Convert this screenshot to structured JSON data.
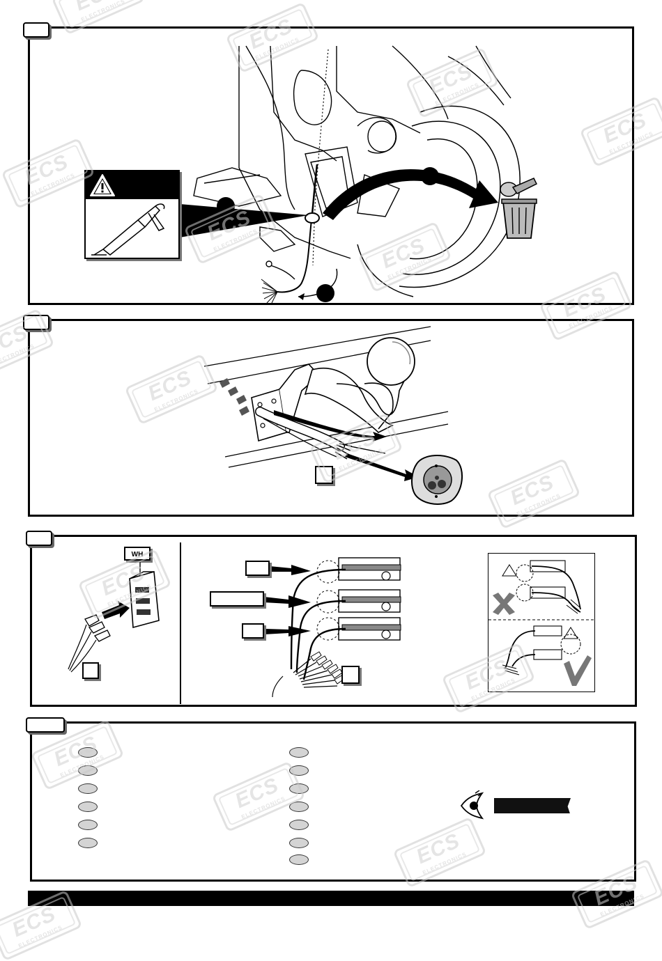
{
  "document": {
    "brand_watermark": {
      "logo": "ECS",
      "tagline": "ELECTRONICS"
    },
    "panel3": {
      "connector_color_label": "WH"
    },
    "panel4": {
      "left_column_ovals": 6,
      "right_column_ovals": 7
    },
    "icons": [
      "warning-icon",
      "sealant-gun-icon",
      "trash-bin-icon",
      "eye-icon",
      "cross-mark-icon",
      "check-mark-icon"
    ],
    "colors": {
      "ink": "#000000",
      "fill_gray": "#cccccc",
      "watermark_gray": "#d0d0d0"
    }
  }
}
